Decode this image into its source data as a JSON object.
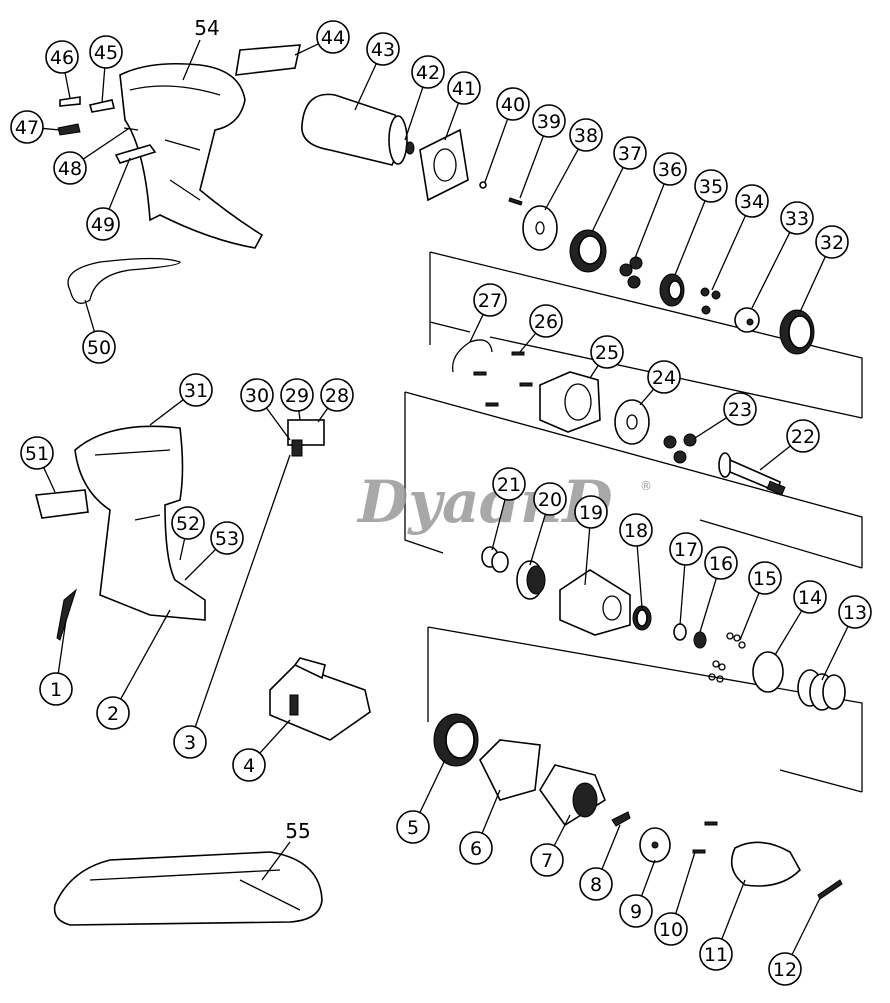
{
  "diagram": {
    "title_labels": [
      "54",
      "55"
    ],
    "callouts": [
      "1",
      "2",
      "3",
      "4",
      "5",
      "6",
      "7",
      "8",
      "9",
      "10",
      "11",
      "12",
      "13",
      "14",
      "15",
      "16",
      "17",
      "18",
      "19",
      "20",
      "21",
      "22",
      "23",
      "24",
      "25",
      "26",
      "27",
      "28",
      "29",
      "30",
      "31",
      "32",
      "33",
      "34",
      "35",
      "36",
      "37",
      "38",
      "39",
      "40",
      "41",
      "42",
      "43",
      "44",
      "45",
      "46",
      "47",
      "48",
      "49",
      "50",
      "51",
      "52",
      "53"
    ],
    "watermark": "DyadnD",
    "watermark_mark": "®"
  }
}
